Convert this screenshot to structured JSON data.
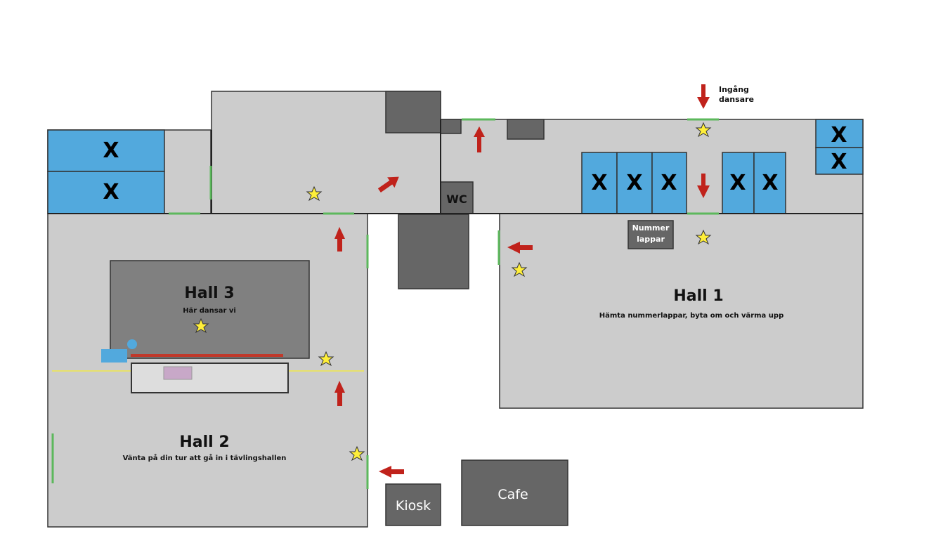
{
  "map": {
    "halls": {
      "hall1": {
        "title": "Hall 1",
        "subtitle": "Hämta nummerlappar, byta om och värma upp"
      },
      "hall2": {
        "title": "Hall 2",
        "subtitle": "Vänta på din tur att gå in i tävlingshallen"
      },
      "hall3": {
        "title": "Hall 3",
        "subtitle": "Här dansar vi"
      }
    },
    "labels": {
      "wc": "WC",
      "nummerlappar_line1": "Nummer",
      "nummerlappar_line2": "lappar",
      "kiosk": "Kiosk",
      "cafe": "Cafe",
      "entrance_line1": "Ingång",
      "entrance_line2": "dansare",
      "occupied_mark": "X"
    },
    "colors": {
      "room": "#cccccc",
      "dark_room": "#666666",
      "competition_floor": "#808080",
      "reserved_area": "#52a9dd",
      "door": "#5cb85c",
      "arrow": "#c0221b",
      "star": "#ffef3a"
    }
  }
}
